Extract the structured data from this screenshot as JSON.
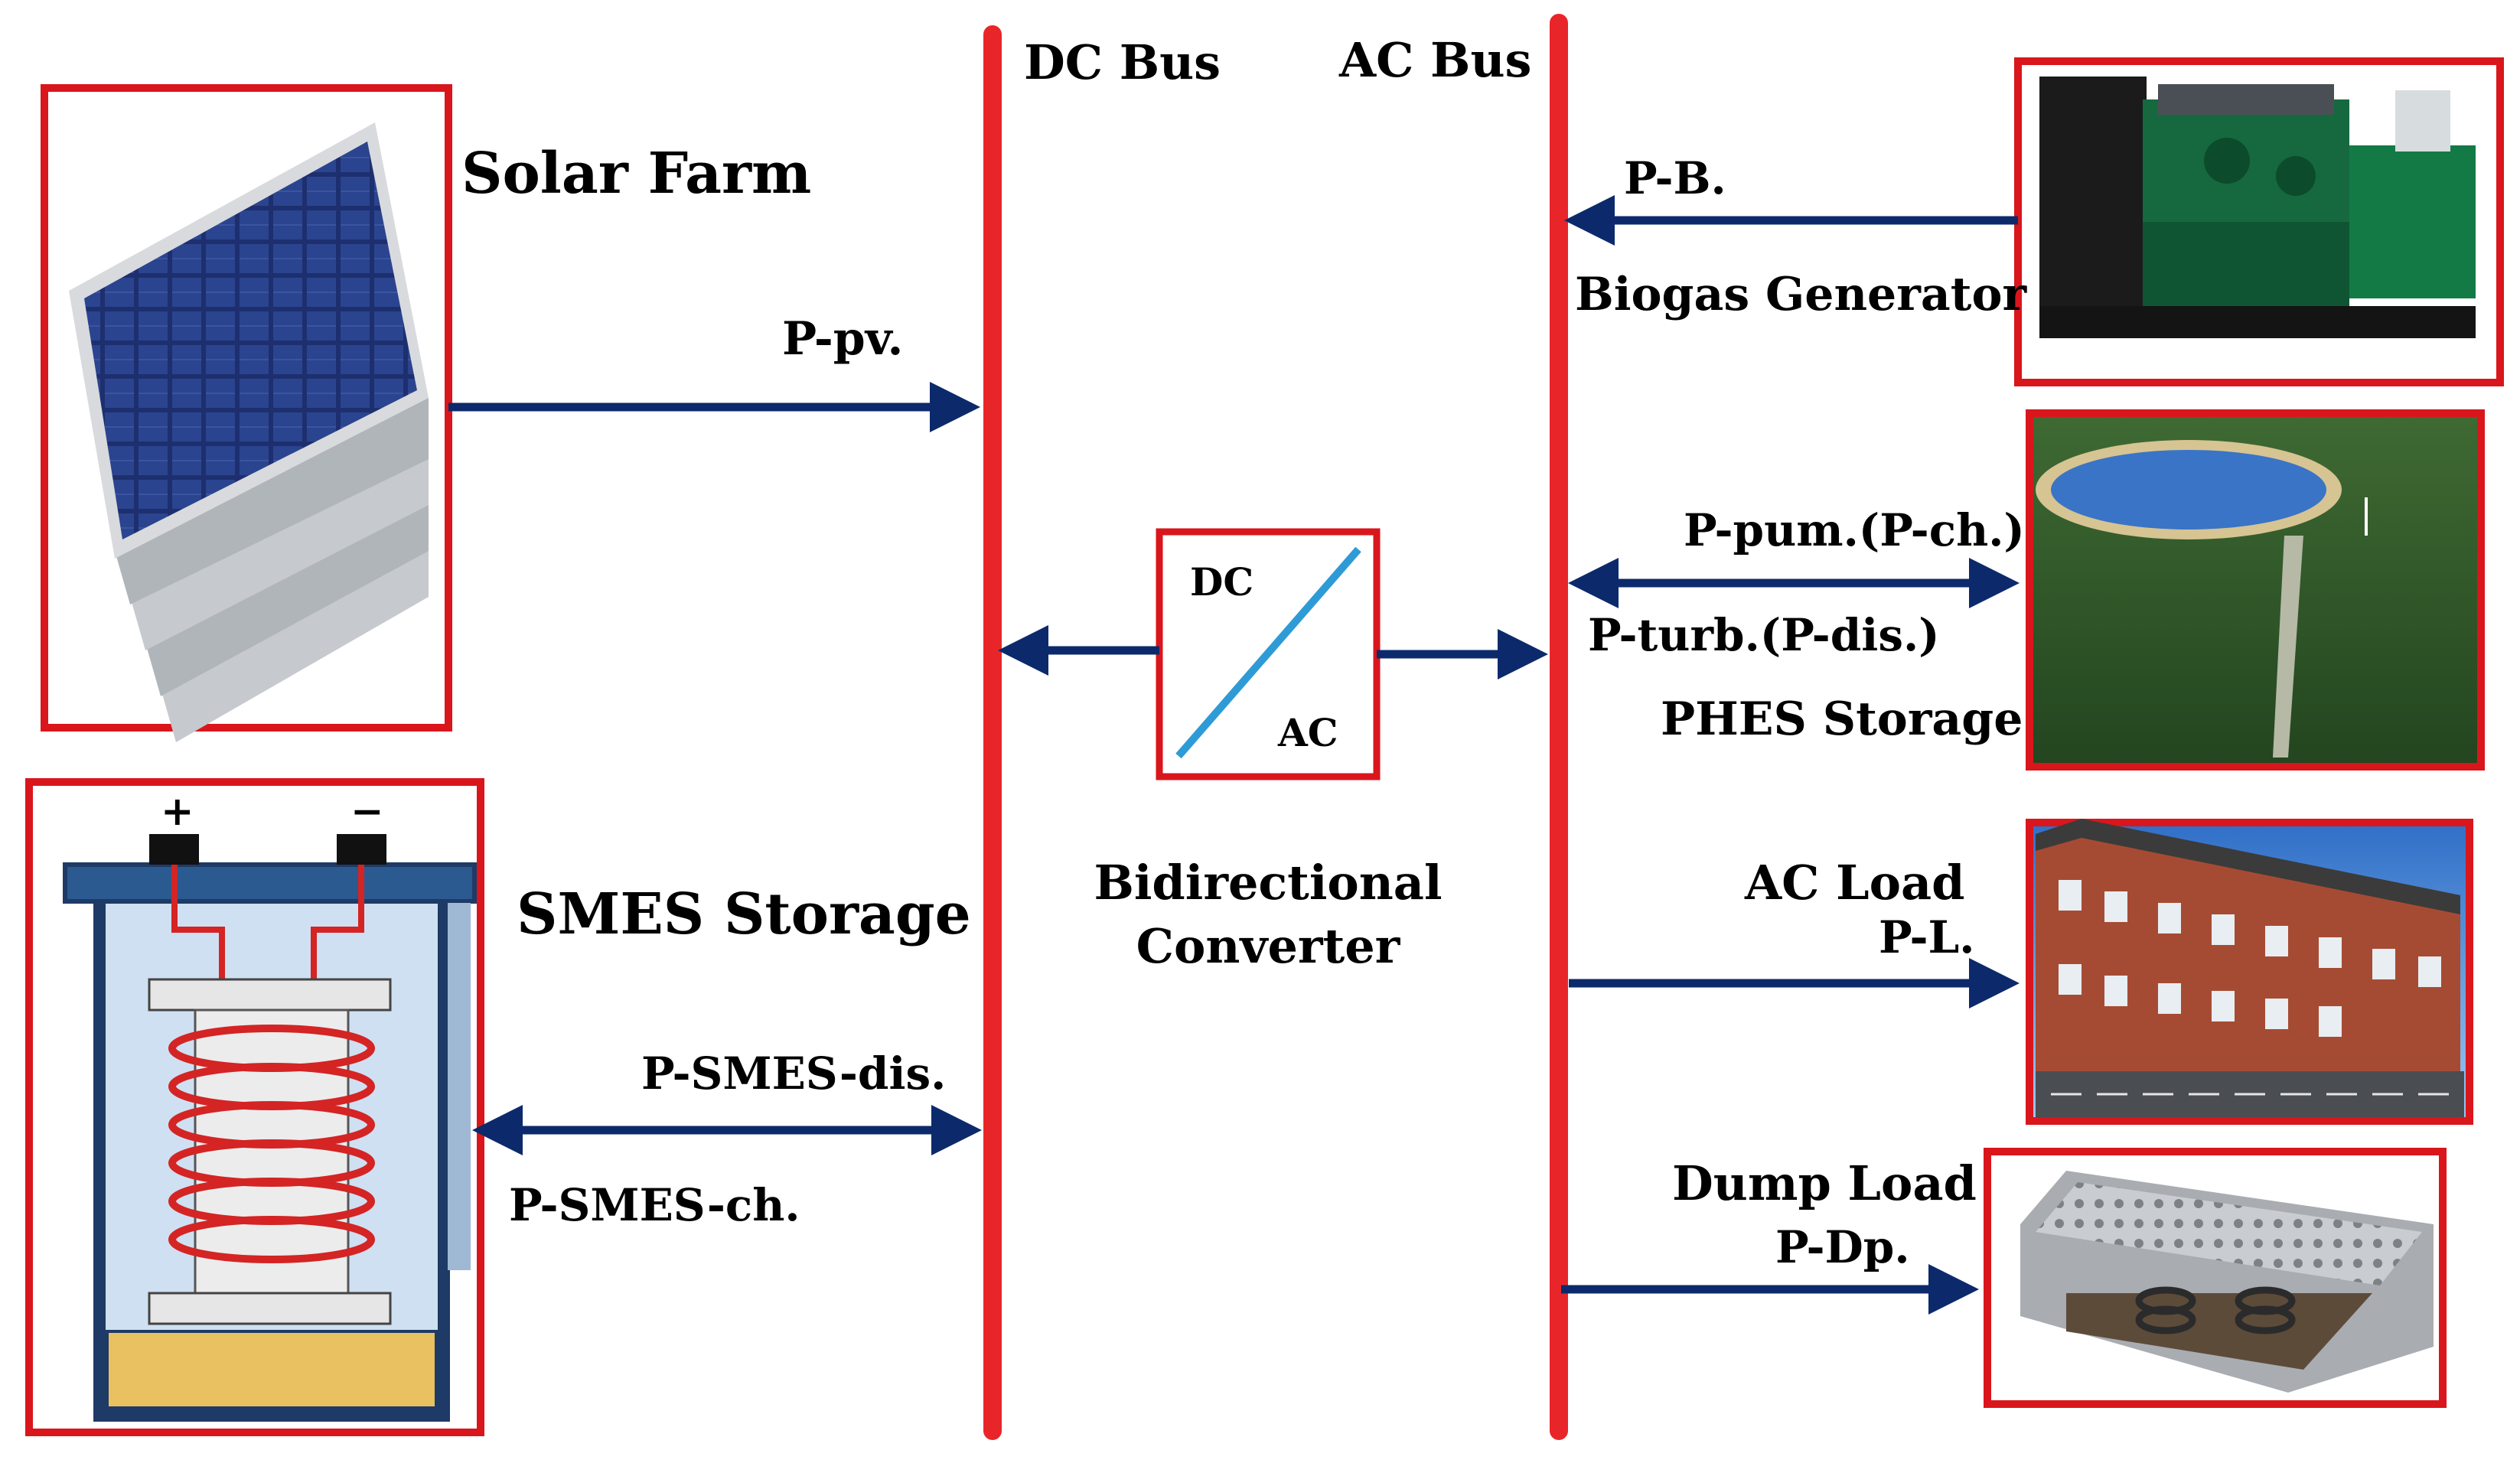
{
  "buses": {
    "dc_label": "DC Bus",
    "ac_label": "AC Bus"
  },
  "sources": {
    "solar": {
      "title": "Solar Farm",
      "flow": "P-pv."
    },
    "biogas": {
      "title": "Biogas Generator",
      "flow": "P-B."
    }
  },
  "storage": {
    "phes": {
      "title": "PHES Storage",
      "charge": "P-pum.(P-ch.)",
      "discharge": "P-turb.(P-dis.)"
    },
    "smes": {
      "title": "SMES Storage",
      "discharge": "P-SMES-dis.",
      "charge": "P-SMES-ch.",
      "plus": "+",
      "minus": "−"
    }
  },
  "converter": {
    "dc": "DC",
    "ac": "AC",
    "title_line1": "Bidirectional",
    "title_line2": "Converter"
  },
  "loads": {
    "ac": {
      "title": "AC Load",
      "flow": "P-L."
    },
    "dump": {
      "title": "Dump Load",
      "flow": "P-Dp."
    }
  },
  "colors": {
    "bus": "#e8262a",
    "frame": "#d9161c",
    "arrow": "#0c2a6b",
    "converter_diagonal": "#2e9bd6"
  }
}
